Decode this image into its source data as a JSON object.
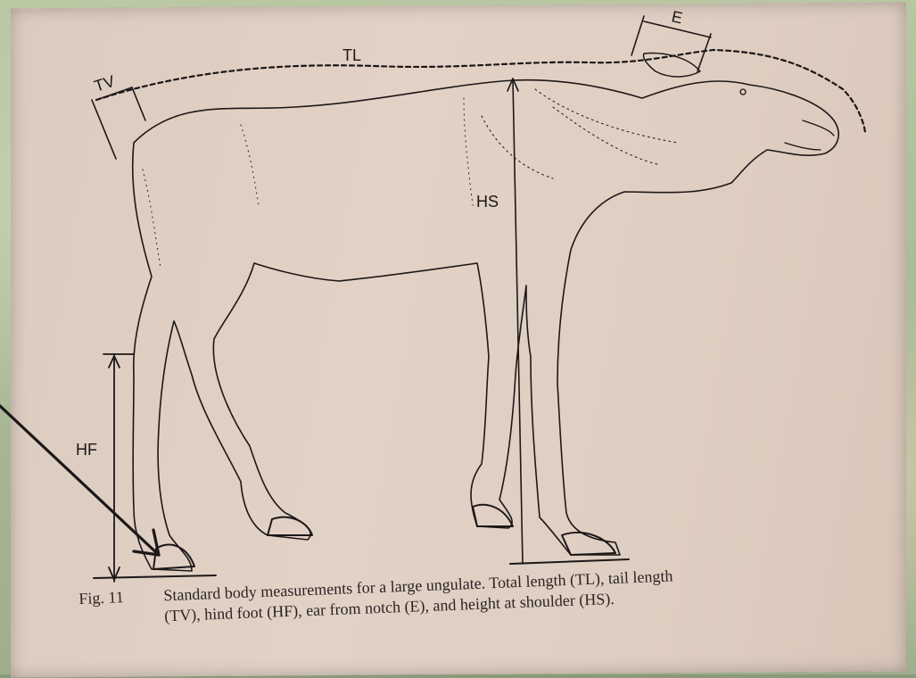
{
  "header_fragment": "",
  "labels": {
    "tail": "TV",
    "total_length": "TL",
    "ear": "E",
    "shoulder_height": "HS",
    "hind_foot": "HF"
  },
  "caption": {
    "figure": "Fig. 11",
    "line1": "Standard body measurements for a large ungulate. Total length (TL), tail length",
    "line2": "(TV), hind foot (HF), ear from notch (E), and height at shoulder (HS)."
  },
  "colors": {
    "page": "#e0d0c3",
    "ink": "#1c1818",
    "backdrop": "#b0c09b"
  }
}
